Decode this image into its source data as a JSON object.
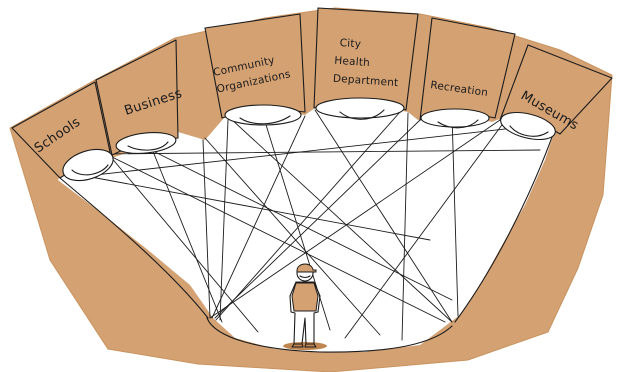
{
  "scene": {
    "colors": {
      "background": "#ffffff",
      "ground": "#d4a173",
      "ink": "#1c1c1c",
      "light": "#ffffff",
      "shadow": "#c08650"
    },
    "spotlights": [
      {
        "label_lines": [
          "Schools"
        ]
      },
      {
        "label_lines": [
          "Business"
        ]
      },
      {
        "label_lines": [
          "Community",
          "Organizations"
        ]
      },
      {
        "label_lines": [
          "City",
          "Health",
          "Department"
        ]
      },
      {
        "label_lines": [
          "Recreation"
        ]
      },
      {
        "label_lines": [
          "Museums"
        ]
      }
    ]
  }
}
